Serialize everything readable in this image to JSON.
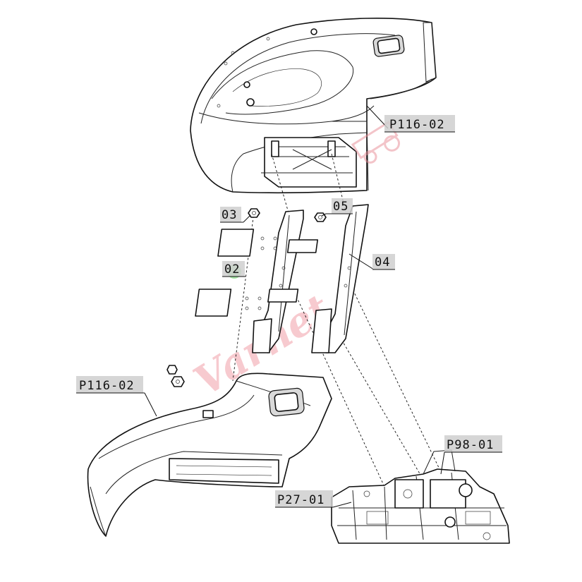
{
  "diagram": {
    "callouts": [
      {
        "id": "top-fender",
        "label": "P116-02"
      },
      {
        "id": "bottom-fender",
        "label": "P116-02"
      },
      {
        "id": "item-03",
        "label": "03"
      },
      {
        "id": "item-05",
        "label": "05"
      },
      {
        "id": "item-02",
        "label": "02"
      },
      {
        "id": "item-04",
        "label": "04"
      },
      {
        "id": "axle-housing",
        "label": "P98-01"
      },
      {
        "id": "transmission",
        "label": "P27-01"
      }
    ],
    "watermark": "Varnet",
    "colors": {
      "line": "#111111",
      "watermark": "#f2a0a8",
      "highlight": "#9be39b",
      "label_bg": "#cfcfcf"
    }
  }
}
